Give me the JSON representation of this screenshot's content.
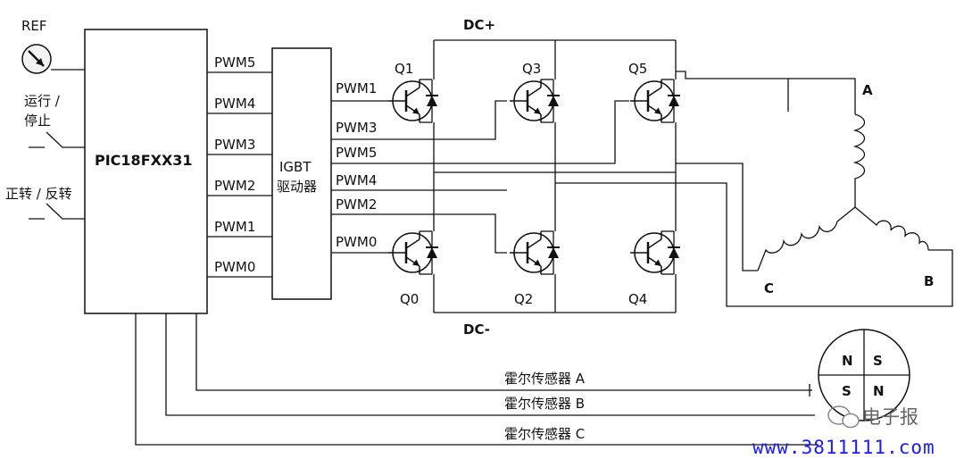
{
  "inputs": {
    "ref": "REF",
    "run_stop": [
      "运行 /",
      "停止"
    ],
    "fwd_rev": "正转 / 反转"
  },
  "mcu": {
    "name": "PIC18FXX31",
    "outputs": [
      "PWM5",
      "PWM4",
      "PWM3",
      "PWM2",
      "PWM1",
      "PWM0"
    ]
  },
  "driver": {
    "line1": "IGBT",
    "line2": "驱动器",
    "outputs": [
      "PWM1",
      "PWM3",
      "PWM5",
      "PWM4",
      "PWM2",
      "PWM0"
    ]
  },
  "bridge": {
    "dc_plus": "DC+",
    "dc_minus": "DC-",
    "transistors": [
      "Q1",
      "Q3",
      "Q5",
      "Q0",
      "Q2",
      "Q4"
    ]
  },
  "motor": {
    "phases": [
      "A",
      "B",
      "C"
    ]
  },
  "rotor": {
    "poles": [
      "N",
      "S",
      "S",
      "N"
    ]
  },
  "hall_sensors": [
    "霍尔传感器 A",
    "霍尔传感器 B",
    "霍尔传感器 C"
  ],
  "watermark": {
    "logo_text": "电子报",
    "url": "www.3811111.com"
  }
}
